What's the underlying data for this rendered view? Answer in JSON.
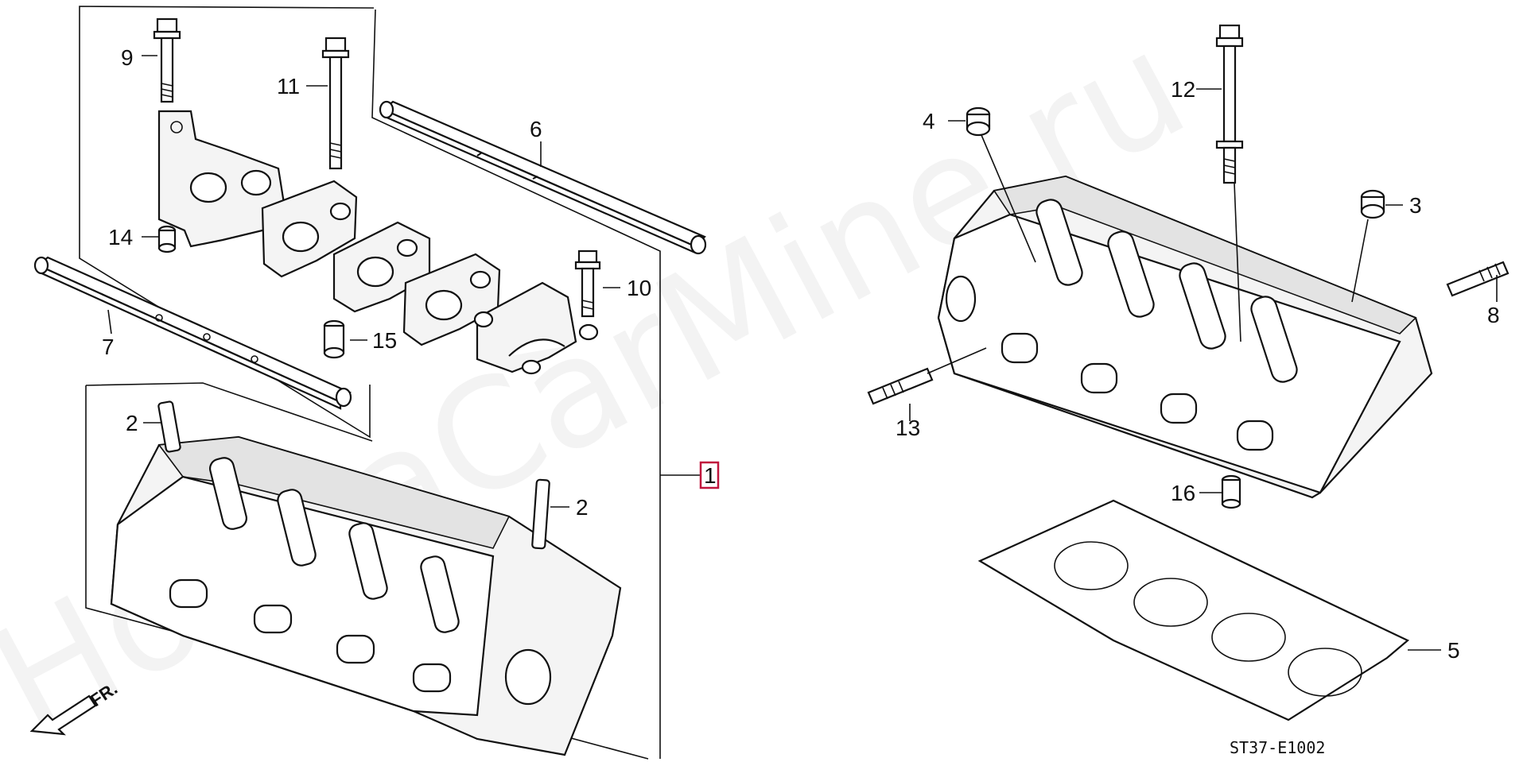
{
  "diagram": {
    "watermark": "HondaCarMine.ru",
    "reference_code": "ST37-E1002",
    "direction_label": "FR.",
    "assembly_label": "1",
    "accent_color": "#c0143c",
    "callouts": {
      "c9": "9",
      "c11": "11",
      "c14": "14",
      "c6": "6",
      "c7": "7",
      "c10": "10",
      "c15": "15",
      "c2a": "2",
      "c2b": "2",
      "c4": "4",
      "c12": "12",
      "c3": "3",
      "c8": "8",
      "c13": "13",
      "c16": "16",
      "c5": "5"
    }
  }
}
